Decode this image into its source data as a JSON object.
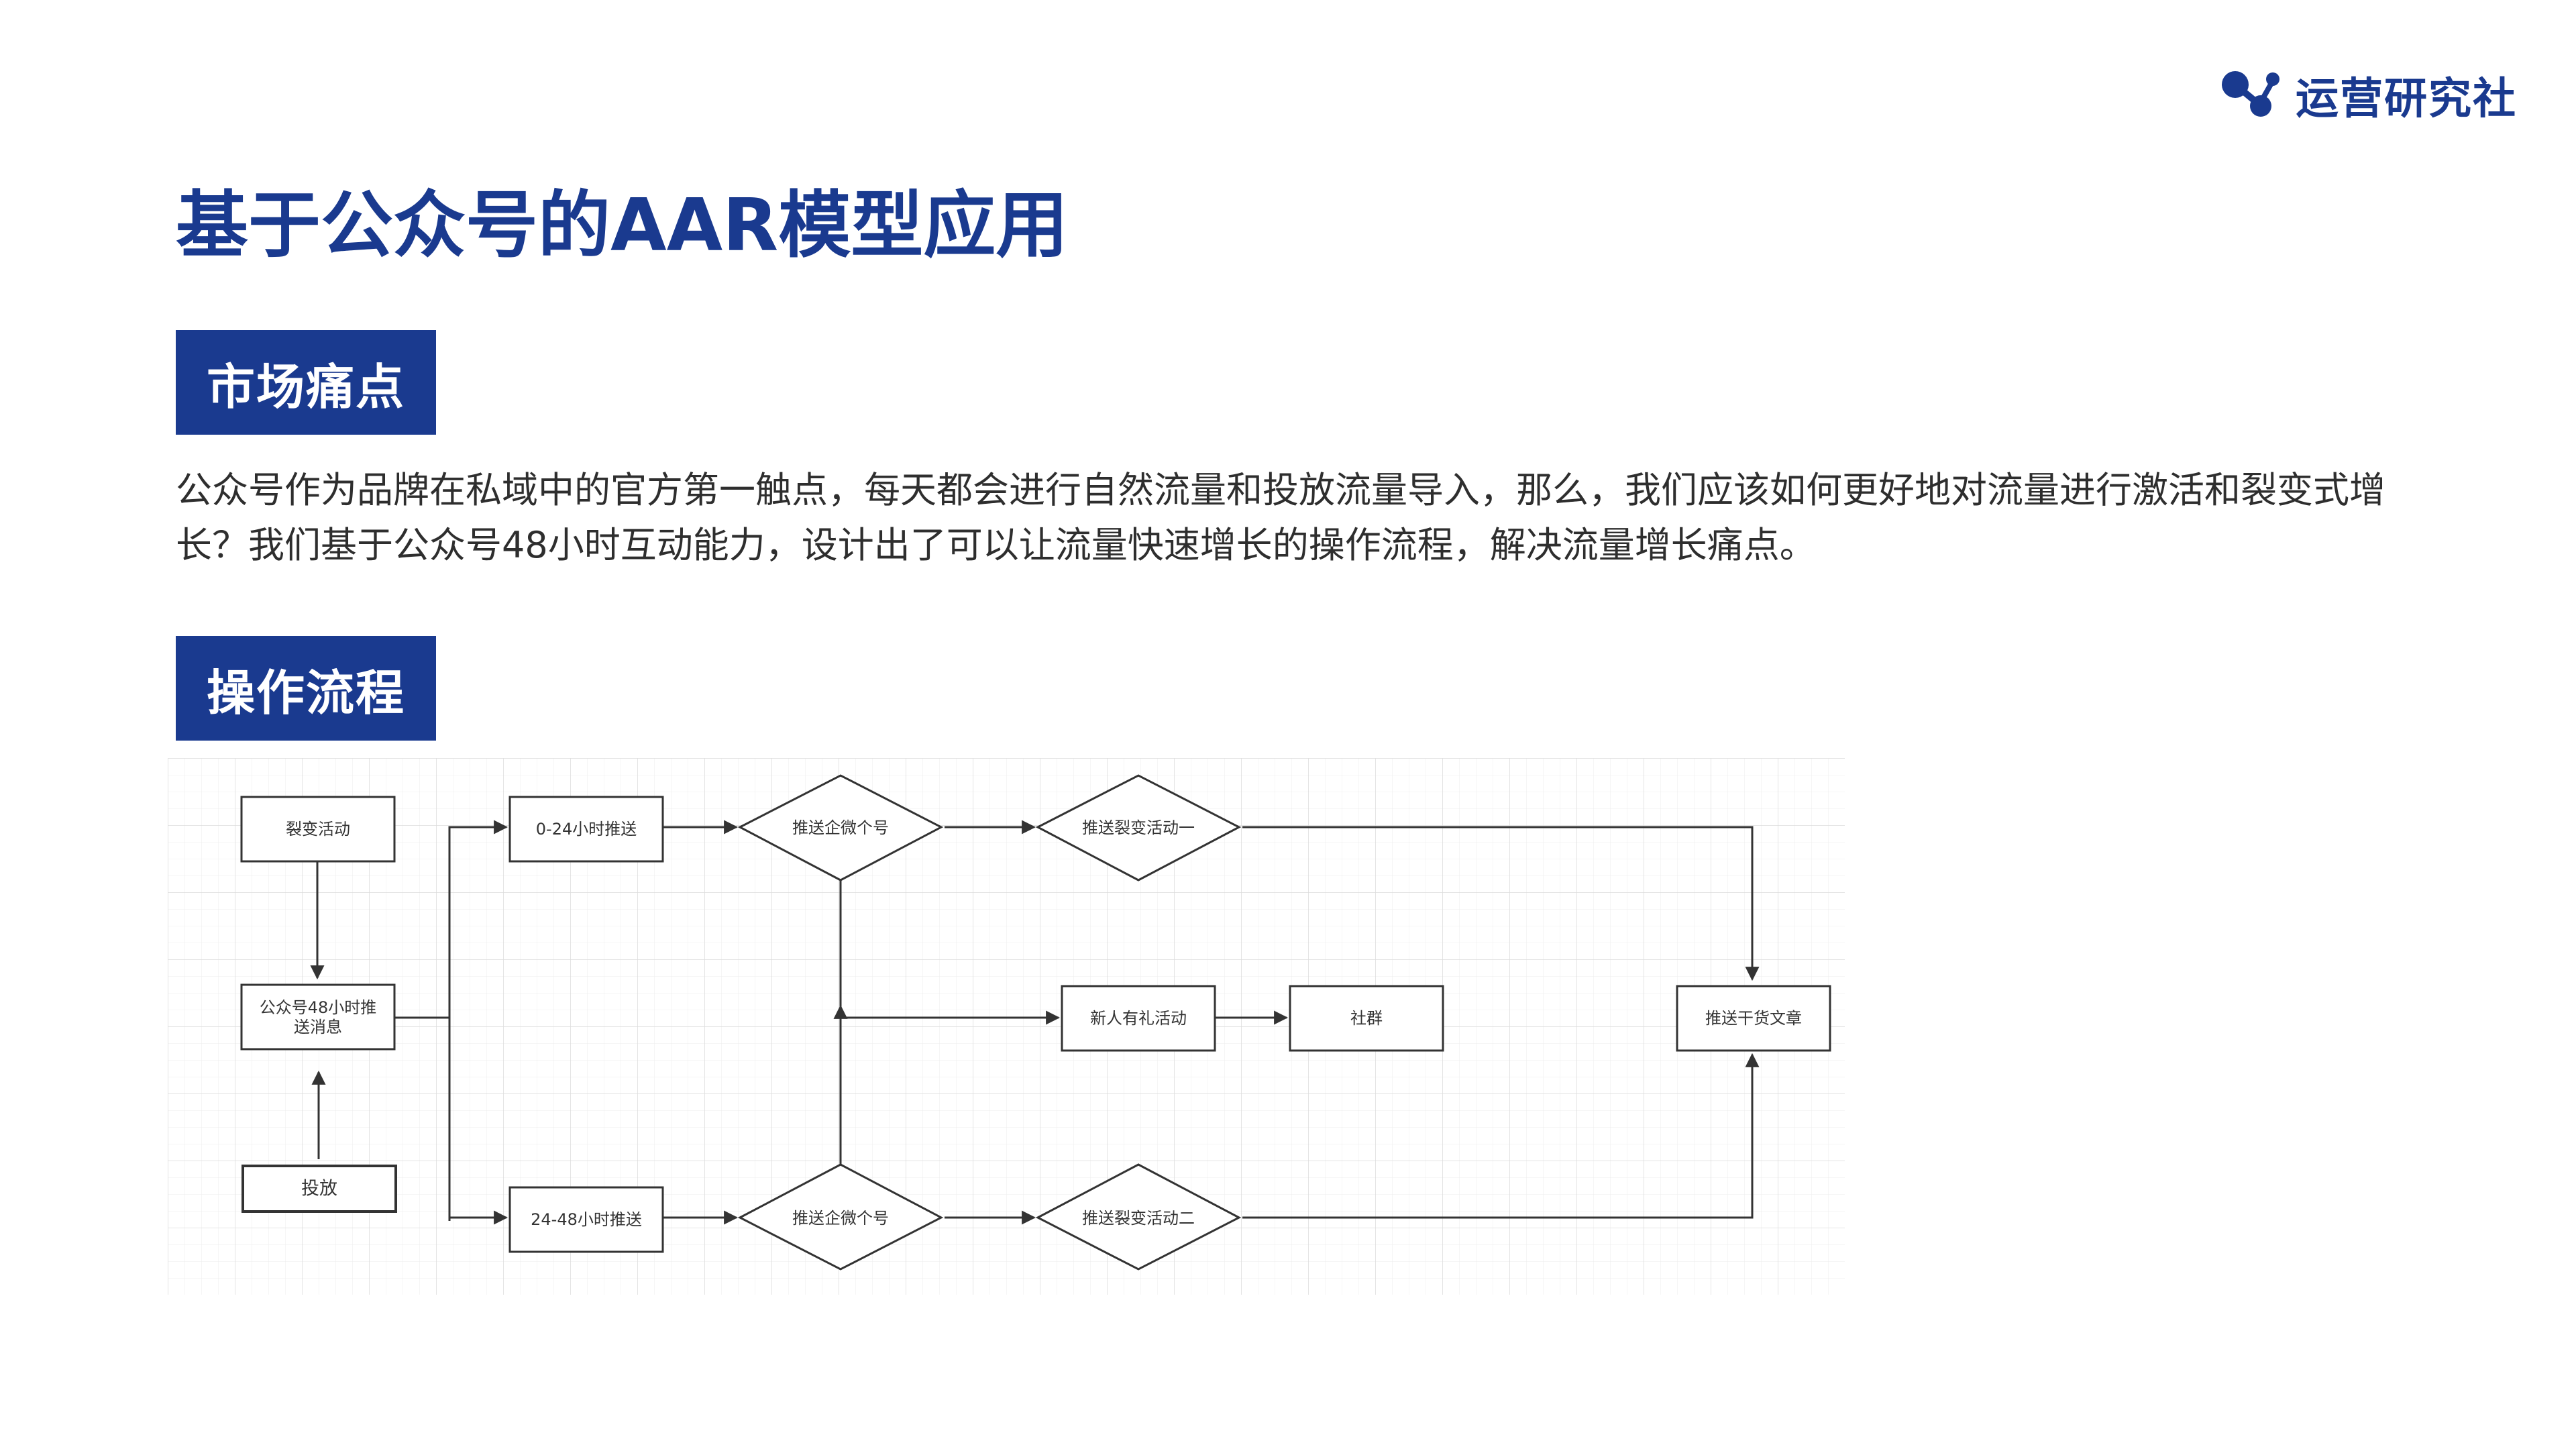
{
  "brand": {
    "name": "运营研究社",
    "color": "#1a3a8f",
    "icon": "molecule-logo-icon"
  },
  "page": {
    "title": "基于公众号的AAR模型应用"
  },
  "sections": {
    "pain": {
      "label": "市场痛点",
      "text": "公众号作为品牌在私域中的官方第一触点，每天都会进行自然流量和投放流量导入，那么，我们应该如何更好地对流量进行激活和裂变式增长？我们基于公众号48小时互动能力，设计出了可以让流量快速增长的操作流程，解决流量增长痛点。"
    },
    "process": {
      "label": "操作流程"
    }
  },
  "flow": {
    "nodes": {
      "fission": "裂变活动",
      "push48": [
        "公众号48小时推",
        "送消息"
      ],
      "ads": "投放",
      "h0_24": "0-24小时推送",
      "h24_48": "24-48小时推送",
      "wecom1": "推送企微个号",
      "wecom2": "推送企微个号",
      "act1": "推送裂变活动一",
      "act2": "推送裂变活动二",
      "newbie": "新人有礼活动",
      "community": "社群",
      "article": "推送干货文章"
    }
  }
}
